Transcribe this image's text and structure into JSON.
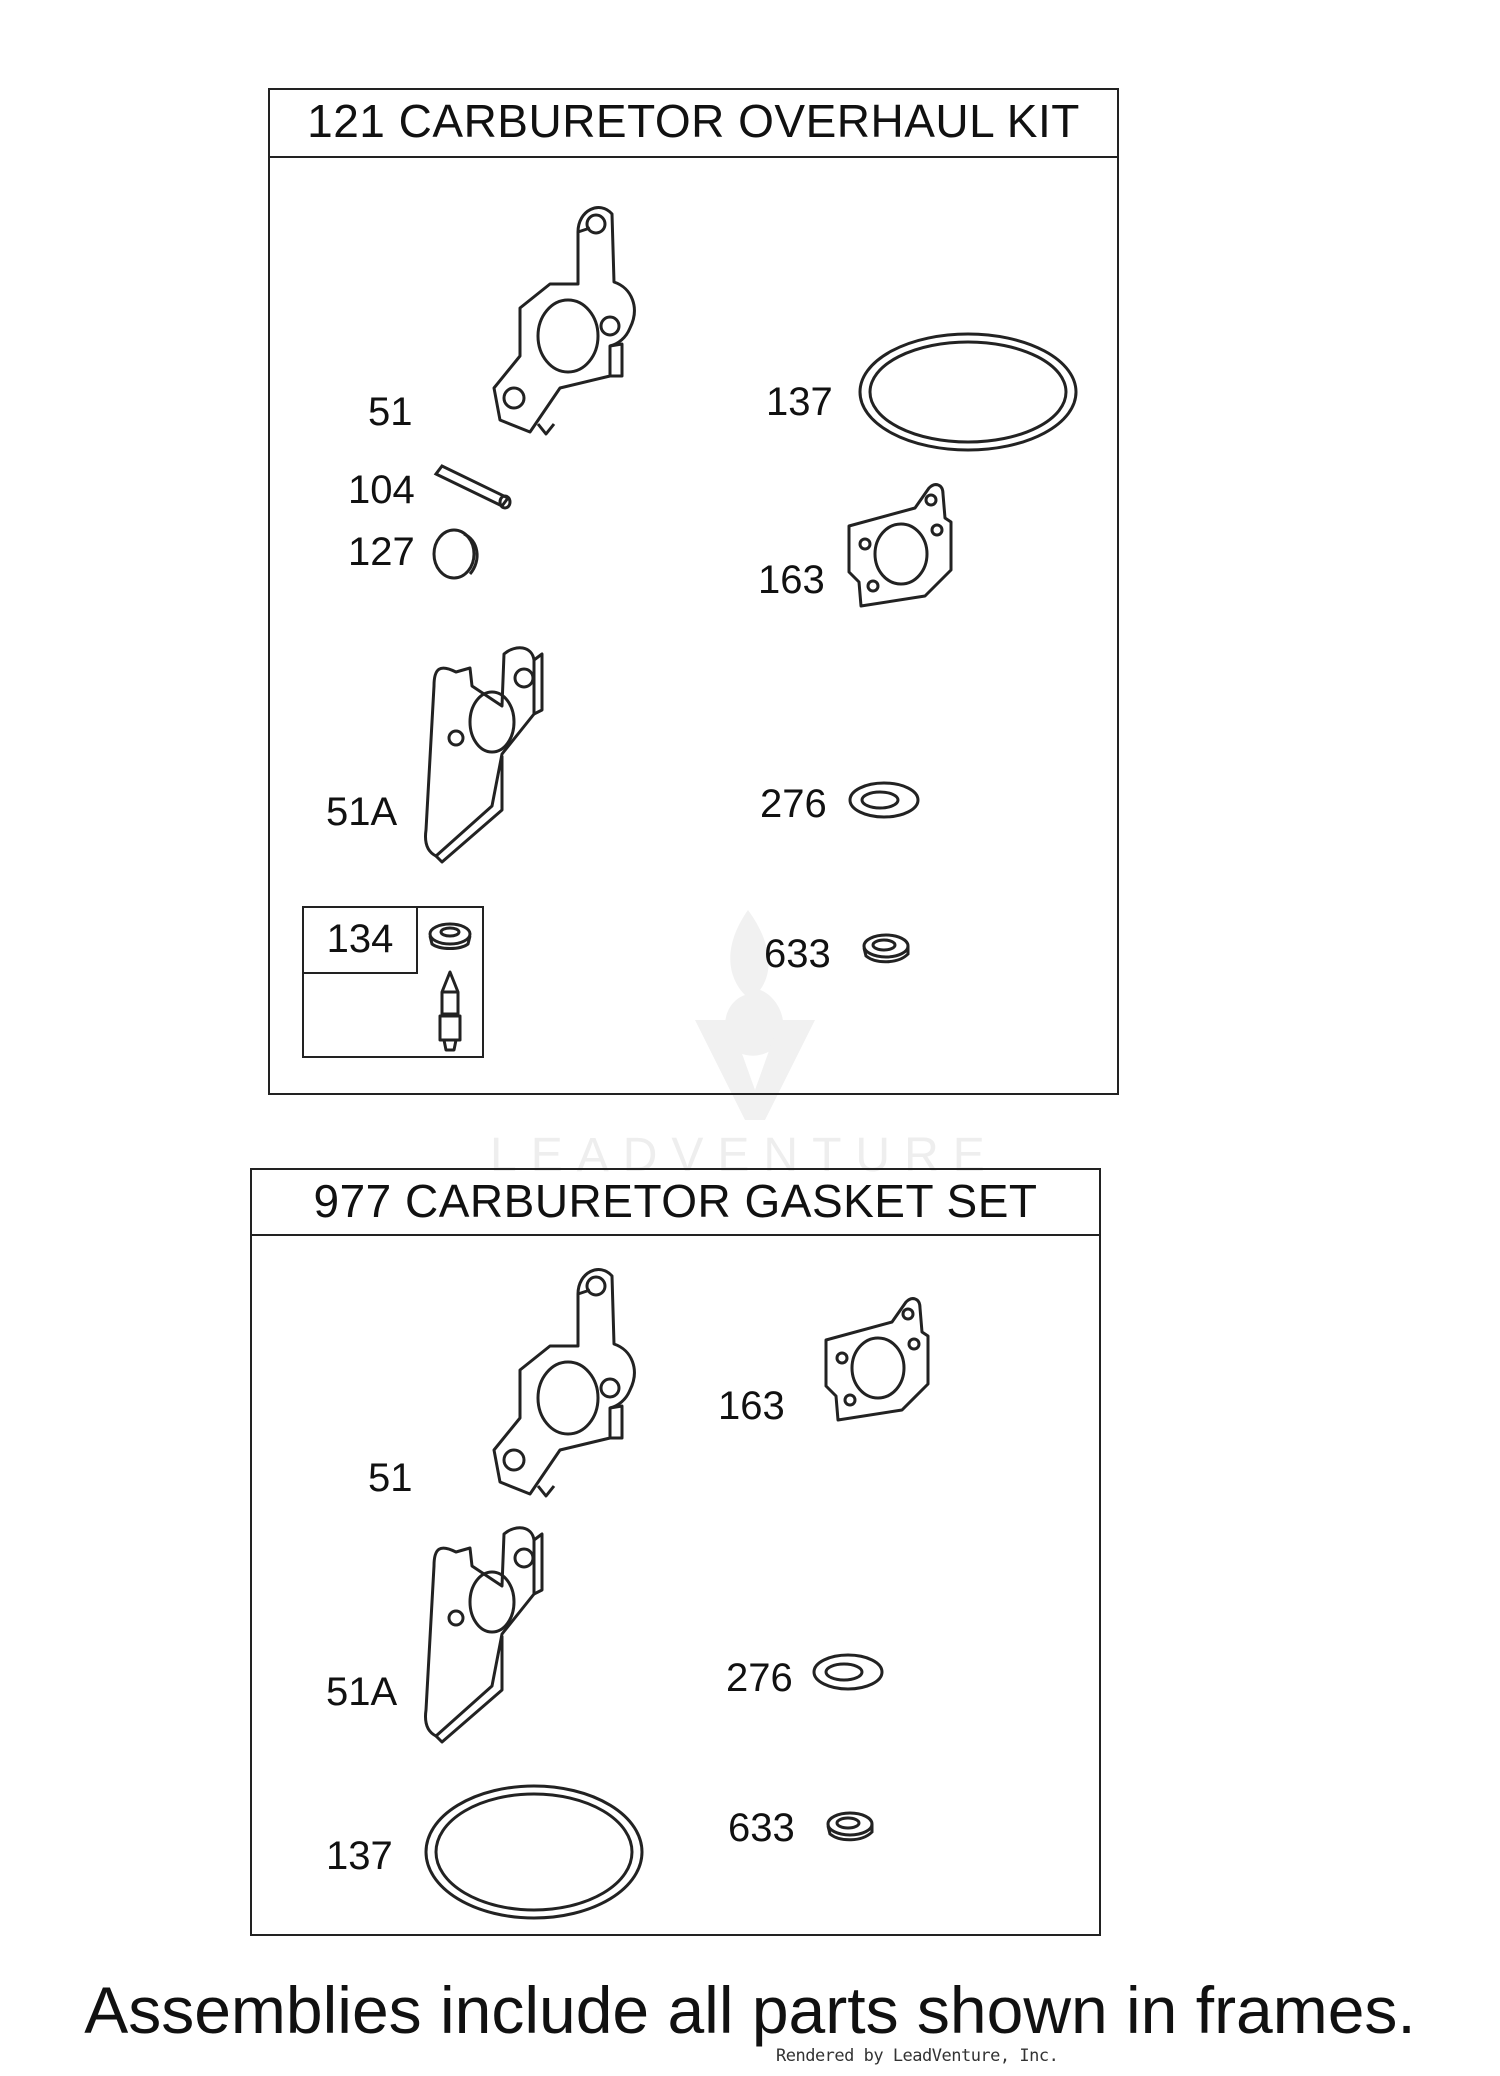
{
  "colors": {
    "line": "#222222",
    "text": "#111111",
    "watermark": "#eeeeee"
  },
  "overhaul_kit": {
    "title": "121 CARBURETOR OVERHAUL KIT",
    "parts": {
      "p51": "51",
      "p104": "104",
      "p127": "127",
      "p137": "137",
      "p163": "163",
      "p51a": "51A",
      "p276": "276",
      "p633": "633"
    },
    "subassembly": {
      "label": "134"
    }
  },
  "gasket_set": {
    "title": "977 CARBURETOR GASKET SET",
    "parts": {
      "p51": "51",
      "p163": "163",
      "p51a": "51A",
      "p276": "276",
      "p137": "137",
      "p633": "633"
    }
  },
  "footnote": "Assemblies include all parts shown in frames.",
  "credit": "Rendered by LeadVenture, Inc.",
  "watermark": {
    "word": "LEADVENTURE",
    "icon": "leadventure-flame-logo"
  }
}
